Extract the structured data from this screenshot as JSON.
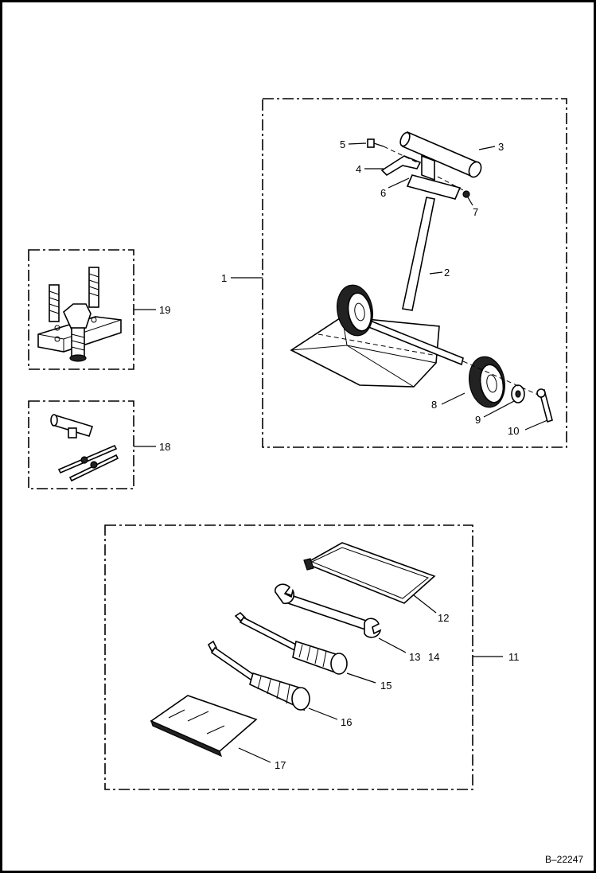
{
  "labels": {
    "l1": "1",
    "l2": "2",
    "l3": "3",
    "l4": "4",
    "l5": "5",
    "l6": "6",
    "l7": "7",
    "l8": "8",
    "l9": "9",
    "l10": "10",
    "l11": "11",
    "l12": "12",
    "l13": "13",
    "l14": "14",
    "l15": "15",
    "l16": "16",
    "l17": "17",
    "l18": "18",
    "l19": "19"
  },
  "reference": "B–22247"
}
